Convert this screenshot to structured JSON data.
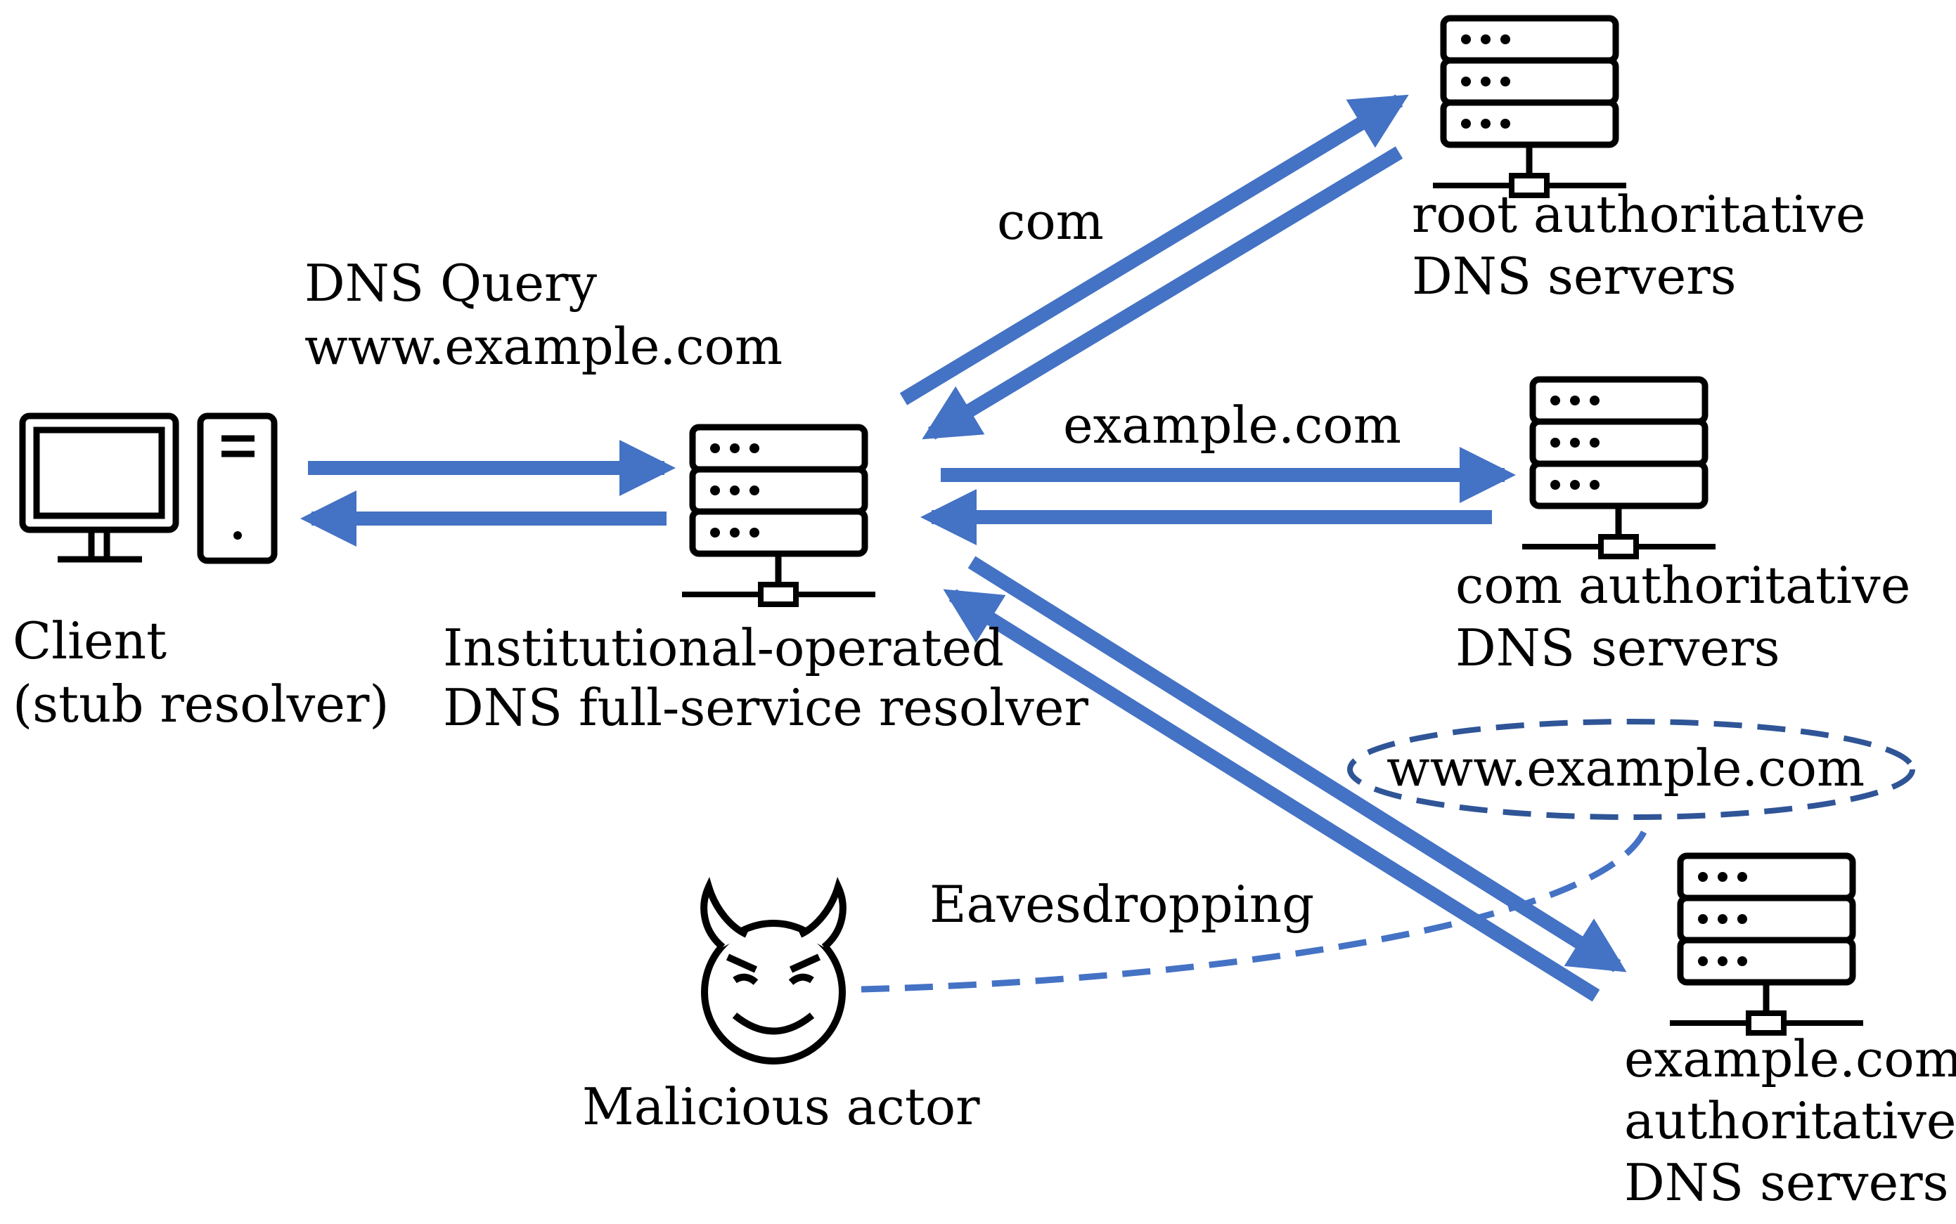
{
  "labels": {
    "dns_query_line1": "DNS Query",
    "dns_query_line2": "www.example.com",
    "client_line1": "Client",
    "client_line2": "(stub resolver)",
    "resolver_line1": "Institutional-operated",
    "resolver_line2": "DNS full-service resolver",
    "query_com": "com",
    "query_example_com": "example.com",
    "root_line1": "root authoritative",
    "root_line2": "DNS servers",
    "com_line1": "com authoritative",
    "com_line2": "DNS servers",
    "eavesdropped_name": "www.example.com",
    "eavesdropping": "Eavesdropping",
    "example_auth_line1": "example.com",
    "example_auth_line2": "authoritative",
    "example_auth_line3": "DNS servers",
    "malicious_actor": "Malicious actor"
  },
  "icons": {
    "client": "desktop-computer-icon",
    "server": "server-rack-icon",
    "actor": "devil-face-icon"
  },
  "colors": {
    "arrow": "#4472c4",
    "dashed": "#2f5597",
    "icon_stroke": "#000000"
  }
}
